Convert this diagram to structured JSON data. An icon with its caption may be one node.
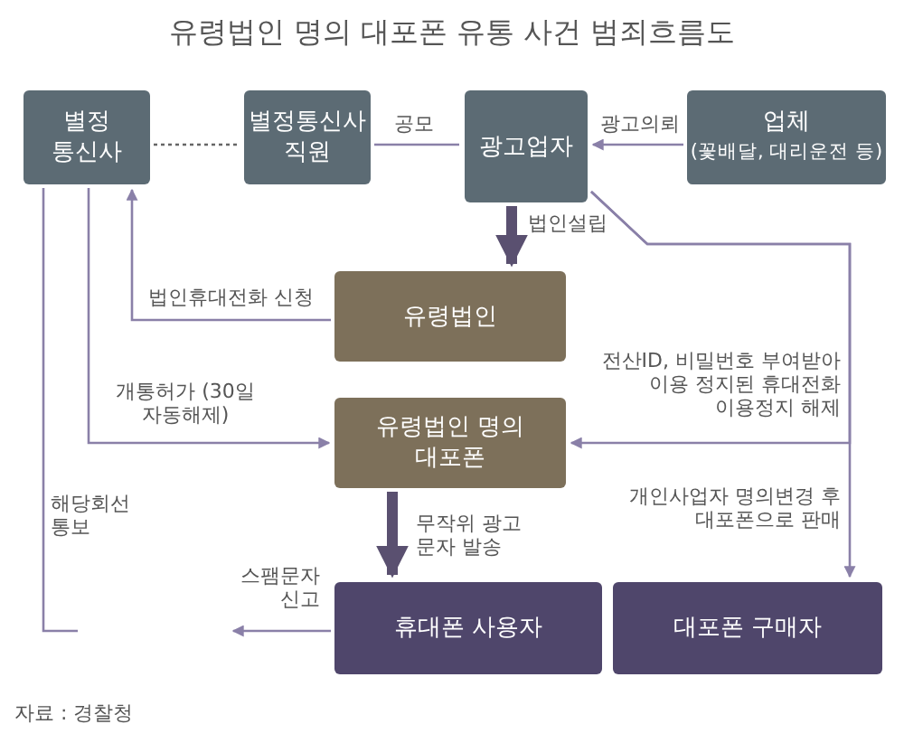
{
  "diagram": {
    "title": "유령법인 명의 대포폰 유통 사건 범죄흐름도",
    "nodes": [
      {
        "text": [
          "별정 통신사"
        ]
      },
      {
        "text": [
          "별정통신사 직원"
        ]
      },
      {
        "text": [
          "광고업자"
        ]
      },
      {
        "text": [
          "업체",
          "(꽃배달, 대리운전 등)"
        ]
      },
      {
        "text": [
          "유령법인"
        ]
      },
      {
        "text": [
          "유령법인 명의 대포폰"
        ]
      },
      {
        "text": [
          "휴대폰 사용자"
        ]
      },
      {
        "text": [
          "대포폰 구매자"
        ]
      }
    ],
    "edges": [
      {
        "from": 0,
        "to": 1,
        "arrow": "none",
        "style": "dashed"
      },
      {
        "from": 1,
        "to": 2,
        "arrow": "none",
        "label": "공모"
      },
      {
        "from": 3,
        "to": 2,
        "arrow": "to",
        "label": "광고의뢰"
      },
      {
        "from": 2,
        "to": 4,
        "arrow": "to",
        "label": "법인설립",
        "style": "thick"
      },
      {
        "from": 4,
        "to": 0,
        "arrow": "to",
        "label": "법인휴대전화 신청"
      },
      {
        "from": 0,
        "to": 5,
        "arrow": "to",
        "label": "개통허가 (30일 자동해제)"
      },
      {
        "from": 0,
        "to": null,
        "arrow": "none",
        "label": "해당회선 통보"
      },
      {
        "from": 6,
        "to": null,
        "arrow": "to",
        "label": "스팸문자 신고"
      },
      {
        "from": 5,
        "to": 6,
        "arrow": "to",
        "label": "무작위 광고 문자 발송",
        "style": "thick"
      },
      {
        "from": 2,
        "to": 5,
        "arrow": "to",
        "label": "전산ID, 비밀번호 부여받아 이용 정지된 휴대전화 이용정지 해제"
      },
      {
        "from": 2,
        "to": 7,
        "arrow": "to",
        "label": "개인사업자 명의변경 후 대포폰으로 판매"
      }
    ],
    "labels": [
      "자료 : 경찰청"
    ]
  }
}
